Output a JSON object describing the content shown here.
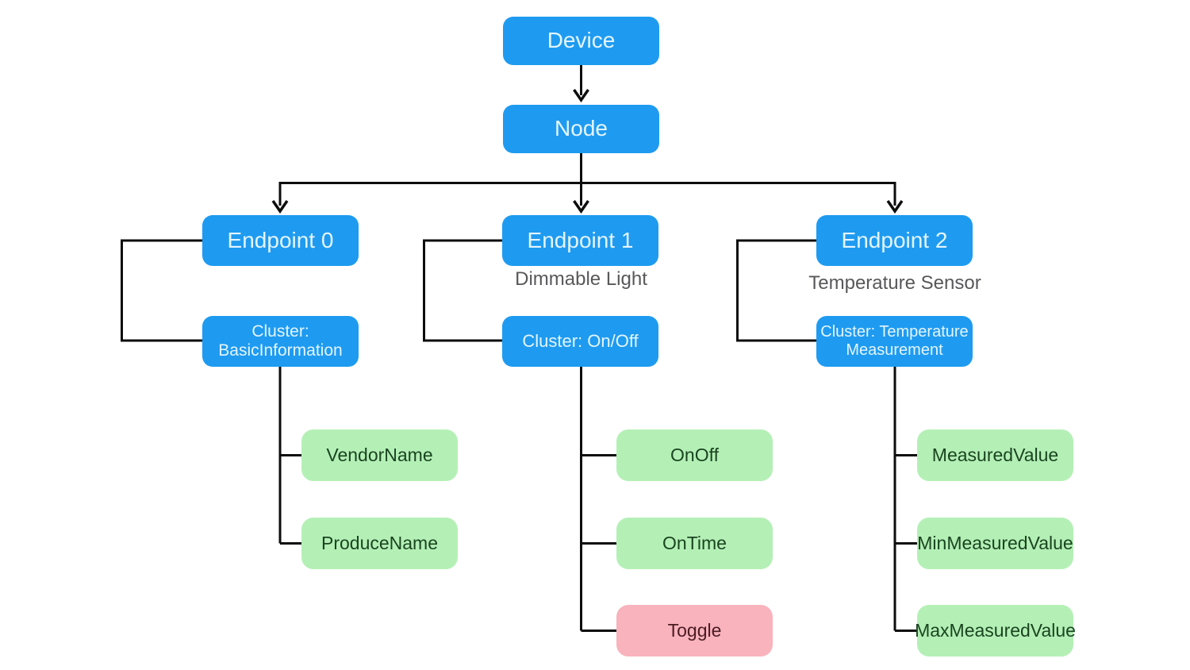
{
  "diagram": {
    "device_label": "Device",
    "node_label": "Node",
    "endpoints": [
      {
        "label": "Endpoint 0",
        "sublabel": "",
        "cluster": [
          "Cluster:",
          "BasicInformation"
        ],
        "attributes": [
          {
            "label": "VendorName",
            "color": "green"
          },
          {
            "label": "ProduceName",
            "color": "green"
          }
        ]
      },
      {
        "label": "Endpoint 1",
        "sublabel": "Dimmable Light",
        "cluster": [
          "Cluster: On/Off"
        ],
        "attributes": [
          {
            "label": "OnOff",
            "color": "green"
          },
          {
            "label": "OnTime",
            "color": "green"
          },
          {
            "label": "Toggle",
            "color": "pink"
          }
        ]
      },
      {
        "label": "Endpoint 2",
        "sublabel": "Temperature Sensor",
        "cluster": [
          "Cluster: Temperature",
          "Measurement"
        ],
        "attributes": [
          {
            "label": "MeasuredValue",
            "color": "green"
          },
          {
            "label": "MinMeasuredValue",
            "color": "green"
          },
          {
            "label": "MaxMeasuredValue",
            "color": "green"
          }
        ]
      }
    ]
  },
  "colors": {
    "node_blue": "#1e9bf0",
    "blue_text": "#e4f5ff",
    "attribute_green": "#b4f0b6",
    "green_text": "#1a4420",
    "attribute_pink": "#f8b3bc",
    "pink_text": "#4b1b24",
    "sublabel_gray": "#58585a",
    "connector_line": "#0d0d0d",
    "background": "#ffffff"
  }
}
